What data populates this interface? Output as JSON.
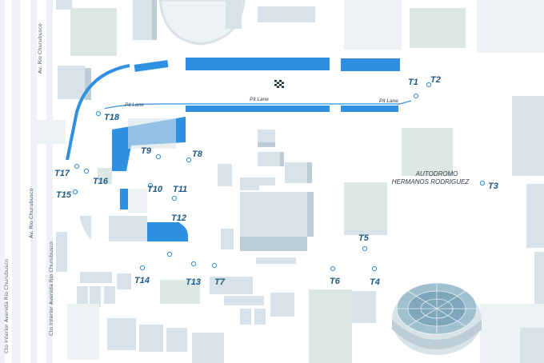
{
  "map": {
    "roads": {
      "av_rio_churubusco_top": "Av. Rio Churubusco",
      "av_rio_churubusco_mid": "Av. Rio Churubusco",
      "cto_interior_1": "Cto Interior Avenida Rio Churubusco",
      "cto_interior_2": "Cto Interior Avenida Rio Churubusco"
    },
    "pit_lane": [
      "Pit Lane",
      "Pit Lane",
      "Pit Lane"
    ],
    "venue": {
      "line1": "AUTODROMO",
      "line2": "HERMANOS RODRIGUEZ"
    },
    "turns": {
      "t1": "T1",
      "t2": "T2",
      "t3": "T3",
      "t4": "T4",
      "t5": "T5",
      "t6": "T6",
      "t7": "T7",
      "t8": "T8",
      "t9": "T9",
      "t10": "T10",
      "t11": "T11",
      "t12": "T12",
      "t13": "T13",
      "t14": "T14",
      "t15": "T15",
      "t16": "T16",
      "t17": "T17",
      "t18": "T18"
    },
    "colors": {
      "track": "#2f8fe0",
      "track_outline": "#ffffff",
      "marker": "#ffffff",
      "building_top": "#d7e3e8",
      "building_side": "#bccdd5",
      "green_block": "#dbe8e4",
      "pit_wall": "#2f8fe0"
    }
  }
}
